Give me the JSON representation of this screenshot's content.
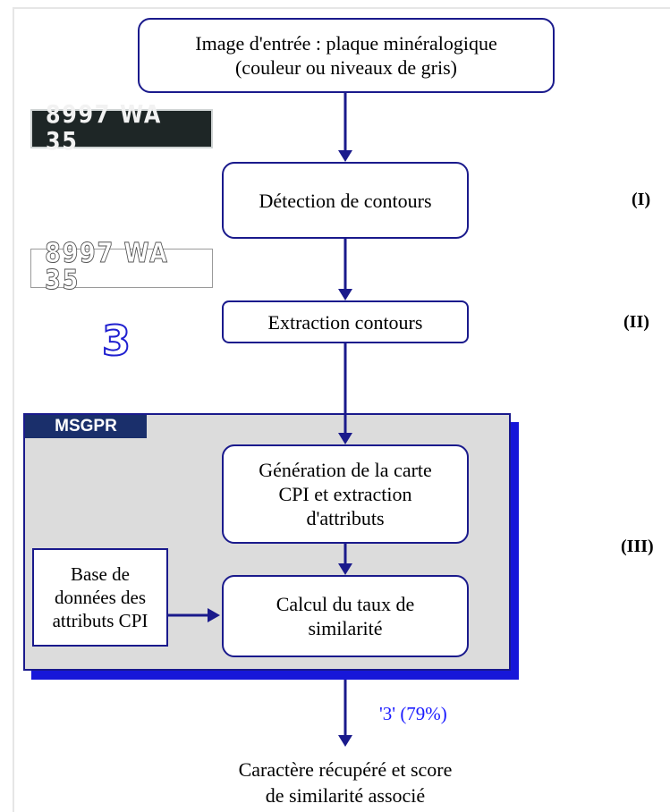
{
  "steps": {
    "input": [
      "Image d'entrée : plaque minéralogique",
      "(couleur ou niveaux de gris)"
    ],
    "detection": "Détection de contours",
    "extraction": "Extraction contours",
    "generation": [
      "Génération de la carte",
      "CPI et extraction",
      "d'attributs"
    ],
    "calcul": [
      "Calcul du taux de",
      "similarité"
    ]
  },
  "database": [
    "Base de",
    "données des",
    "attributs CPI"
  ],
  "panel_title": "MSGPR",
  "stage_labels": {
    "one": "(I)",
    "two": "(II)",
    "three": "(III)"
  },
  "plates": {
    "original": "8997 WA 35",
    "edges": "8997 WA 35"
  },
  "extracted_char": "3",
  "result": "'3' (79%)",
  "output": [
    "Caractère récupéré et score",
    "de similarité associé"
  ],
  "colors": {
    "arrow": "#1a1a8c",
    "shadow": "#1717d9",
    "panel": "#dcdcdc",
    "tab": "#1a2f6b",
    "result": "#1a1aff"
  }
}
